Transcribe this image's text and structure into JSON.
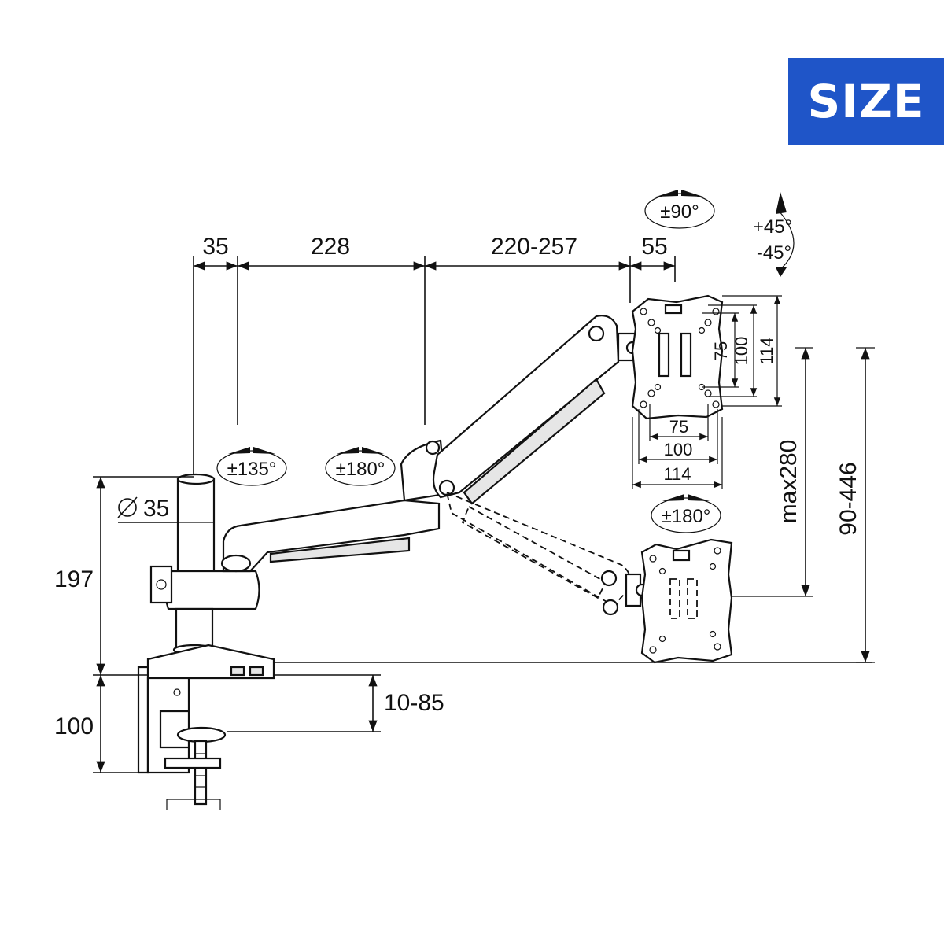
{
  "badge": {
    "label": "SIZE",
    "bg_color": "#1f55c8",
    "text_color": "#ffffff"
  },
  "dimensions": {
    "top": [
      "35",
      "228",
      "220-257",
      "55"
    ],
    "height_pole": "197",
    "clamp_height": "100",
    "desk_thickness": "10-85",
    "pole_diameter": "35",
    "arm_height_max": "max280",
    "arm_height_range": "90-446",
    "vesa_vertical": [
      "75",
      "100",
      "114"
    ],
    "vesa_horizontal": [
      "75",
      "100",
      "114"
    ]
  },
  "angles": {
    "pole_swivel": "±135°",
    "arm_swivel": "±180°",
    "head_swivel": "±90°",
    "tilt_up": "+45°",
    "tilt_down": "-45°",
    "rotation": "±180°"
  }
}
